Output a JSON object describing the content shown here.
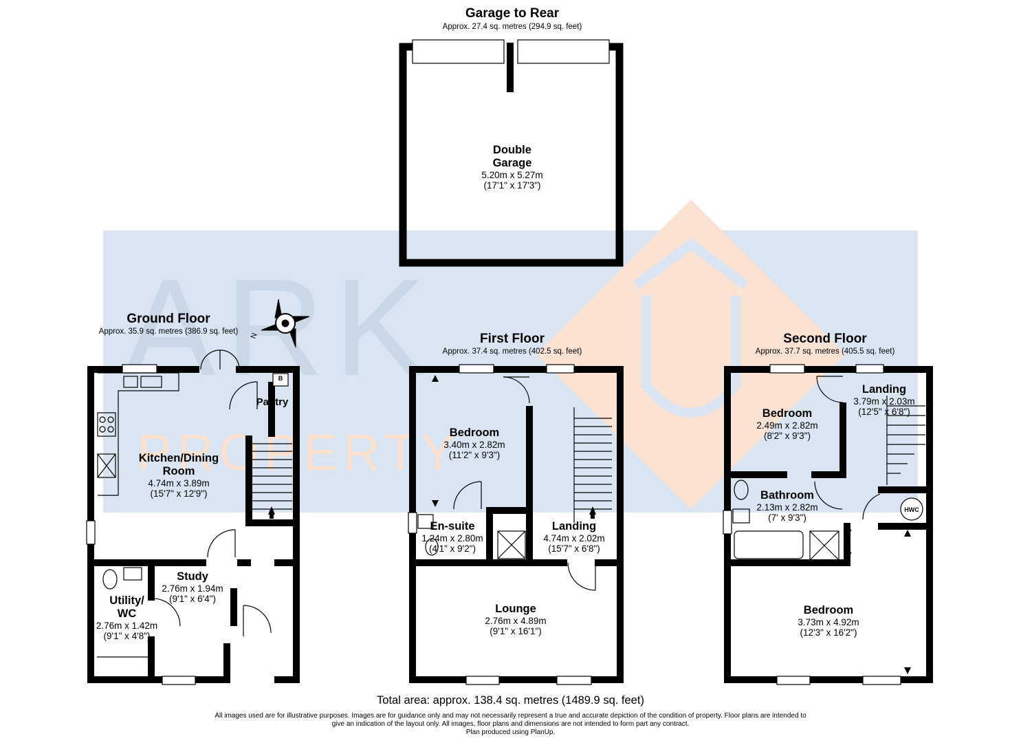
{
  "watermark": {
    "brand": "ARK",
    "sub": "PROPERTY",
    "colors": {
      "band": "#d9e5f2",
      "roof": "#fbe2d2",
      "text_light": "#fce1cf"
    }
  },
  "garage": {
    "title": "Garage to Rear",
    "area": "Approx. 27.4 sq. metres (294.9 sq. feet)",
    "room": {
      "name_line1": "Double",
      "name_line2": "Garage",
      "metric": "5.20m x 5.27m",
      "imperial": "(17'1\" x 17'3\")"
    }
  },
  "ground_floor": {
    "title": "Ground Floor",
    "area": "Approx. 35.9 sq. metres (386.9 sq. feet)",
    "compass_label": "N",
    "kitchen": {
      "name_line1": "Kitchen/Dining",
      "name_line2": "Room",
      "metric": "4.74m x 3.89m",
      "imperial": "(15'7\" x 12'9\")"
    },
    "pantry": {
      "name": "Pantry",
      "boiler_label": "B"
    },
    "study": {
      "name": "Study",
      "metric": "2.76m x 1.94m",
      "imperial": "(9'1\" x 6'4\")"
    },
    "utility": {
      "name_line1": "Utility/",
      "name_line2": "WC",
      "metric": "2.76m x 1.42m",
      "imperial": "(9'1\" x 4'8\")"
    }
  },
  "first_floor": {
    "title": "First Floor",
    "area": "Approx. 37.4 sq. metres (402.5 sq. feet)",
    "bedroom": {
      "name": "Bedroom",
      "metric": "3.40m x 2.82m",
      "imperial": "(11'2\" x 9'3\")"
    },
    "ensuite": {
      "name": "En-suite",
      "metric": "1.24m x 2.80m",
      "imperial": "(4'1\" x 9'2\")"
    },
    "landing": {
      "name": "Landing",
      "metric": "4.74m x 2.02m",
      "imperial": "(15'7\" x 6'8\")"
    },
    "lounge": {
      "name": "Lounge",
      "metric": "2.76m x 4.89m",
      "imperial": "(9'1\" x 16'1\")"
    }
  },
  "second_floor": {
    "title": "Second Floor",
    "area": "Approx. 37.7 sq. metres (405.5 sq. feet)",
    "bedroom_small": {
      "name": "Bedroom",
      "metric": "2.49m x 2.82m",
      "imperial": "(8'2\" x 9'3\")"
    },
    "landing": {
      "name": "Landing",
      "metric": "3.79m x 2.03m",
      "imperial": "(12'5\" x 6'8\")"
    },
    "bathroom": {
      "name": "Bathroom",
      "metric": "2.13m x 2.82m",
      "imperial": "(7' x 9'3\")"
    },
    "hwc_label": "HWC",
    "bedroom_large": {
      "name": "Bedroom",
      "metric": "3.73m x 4.92m",
      "imperial": "(12'3\" x 16'2\")"
    }
  },
  "footer": {
    "total": "Total area: approx. 138.4 sq. metres (1489.9 sq. feet)",
    "disclaimer_line1": "All images used are for illustrative purposes. Images are for guidance only and may not necessarily represent a true and accurate depiction of the condition of property. Floor plans are intended to",
    "disclaimer_line2": "give an indication of the layout only. All images, floor plans and dimensions are not intended to form part any contract.",
    "disclaimer_line3": "Plan produced using PlanUp."
  }
}
